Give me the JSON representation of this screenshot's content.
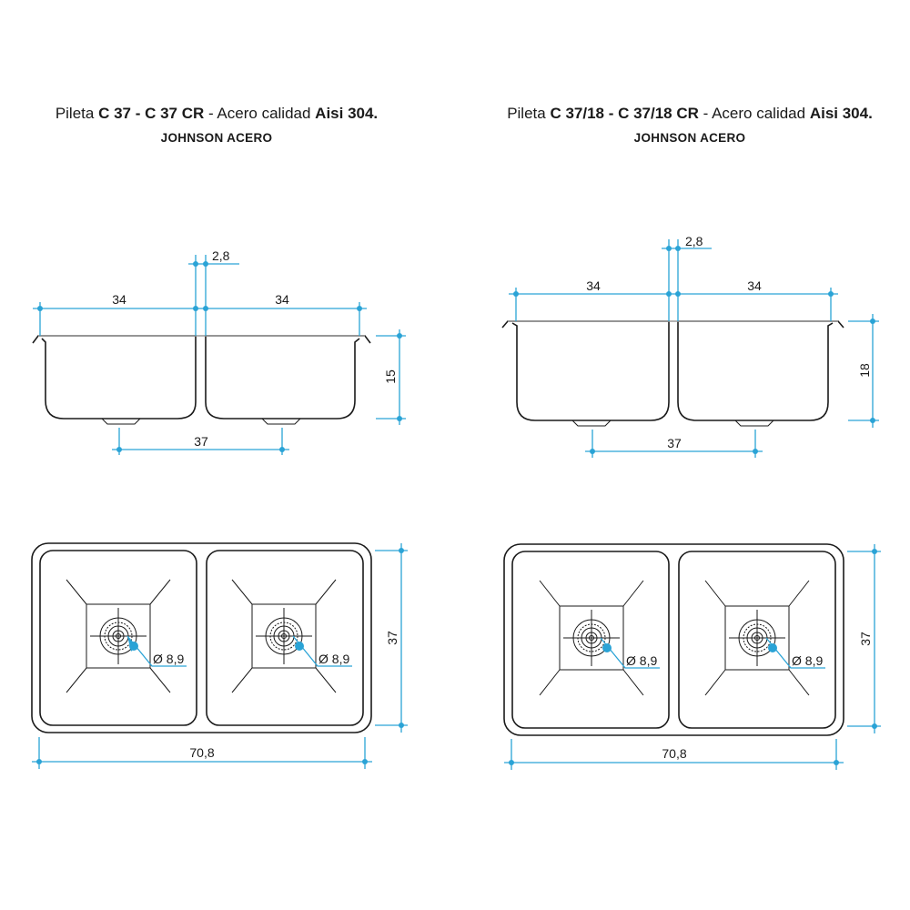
{
  "left": {
    "title_prefix": "Pileta ",
    "title_model": "C 37 - C 37 CR",
    "title_mid": " - Acero calidad ",
    "title_material": "Aisi 304.",
    "brand": "JOHNSON ACERO",
    "dims": {
      "flange": "2,8",
      "bowl_left_width": "34",
      "bowl_right_width": "34",
      "depth": "15",
      "drain_spacing": "37",
      "total_width": "70,8",
      "total_length": "37",
      "drain_left": "Ø 8,9",
      "drain_right": "Ø 8,9"
    }
  },
  "right": {
    "title_prefix": "Pileta ",
    "title_model": "C 37/18 - C 37/18 CR",
    "title_mid": " - Acero calidad ",
    "title_material": "Aisi 304.",
    "brand": "JOHNSON ACERO",
    "dims": {
      "flange": "2,8",
      "bowl_left_width": "34",
      "bowl_right_width": "34",
      "depth": "18",
      "drain_spacing": "37",
      "total_width": "70,8",
      "total_length": "37",
      "drain_left": "Ø 8,9",
      "drain_right": "Ø 8,9"
    }
  },
  "colors": {
    "dimension": "#2aa3d6",
    "outline": "#1a1a1a"
  }
}
